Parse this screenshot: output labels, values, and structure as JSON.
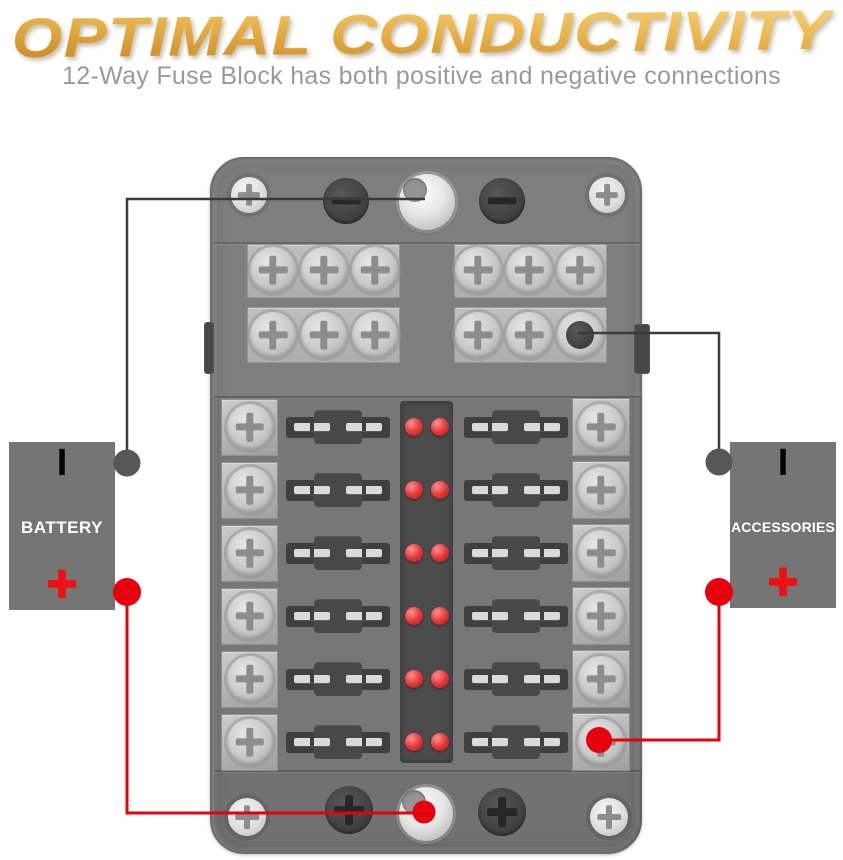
{
  "header": {
    "title": "OPTIMAL CONDUCTIVITY",
    "subtitle": "12-Way Fuse Block has both positive and negative connections"
  },
  "battery": {
    "label": "BATTERY",
    "negative_mark": "I",
    "positive_mark": "+"
  },
  "accessories": {
    "label": "ACCESSORIES",
    "negative_mark": "I",
    "positive_mark": "+"
  },
  "fuse_block": {
    "fuse_rows": 6,
    "fuses_per_row": 2,
    "leds_per_row": 2,
    "terminal_strip_rows": 2,
    "strips_per_row": 2,
    "screws_per_strip": 3
  },
  "colors": {
    "title_gold": "#e0a63c",
    "subtitle_gray": "#9a9a9a",
    "negative_wire": "#3a3a3a",
    "positive_wire": "#e8000d",
    "led_red": "#e83c3c",
    "box_gray": "#757575"
  }
}
